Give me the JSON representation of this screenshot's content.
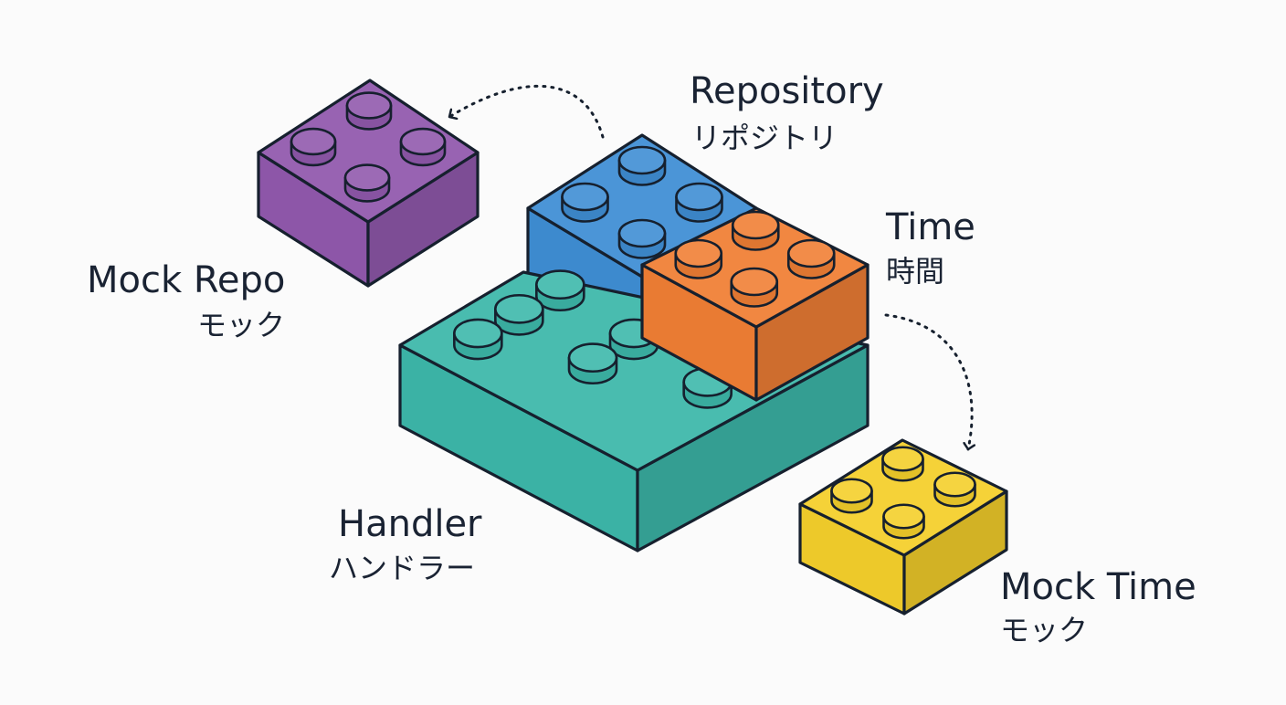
{
  "blocks": [
    {
      "id": "handler",
      "color": "#3db8aa",
      "label_en": "Handler",
      "label_ja": "ハンドラー"
    },
    {
      "id": "repository",
      "color": "#3f8ed4",
      "label_en": "Repository",
      "label_ja": "リポジトリ"
    },
    {
      "id": "time",
      "color": "#f07f35",
      "label_en": "Time",
      "label_ja": "時間"
    },
    {
      "id": "mock-repo",
      "color": "#9159ad",
      "label_en": "Mock Repo",
      "label_ja": "モック"
    },
    {
      "id": "mock-time",
      "color": "#f4cf2b",
      "label_en": "Mock Time",
      "label_ja": "モック"
    }
  ],
  "outline_color": "#16202e"
}
